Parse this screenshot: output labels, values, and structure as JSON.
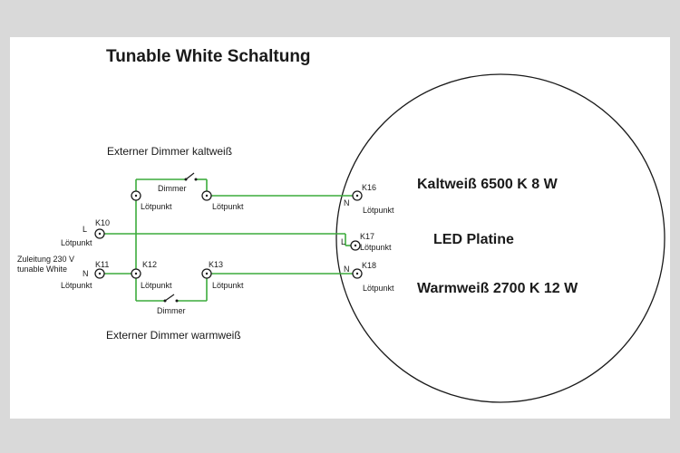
{
  "title": "Tunable White Schaltung",
  "dimmer_kalt": {
    "heading": "Externer Dimmer kaltweiß",
    "label": "Dimmer"
  },
  "dimmer_warm": {
    "heading": "Externer Dimmer warmweiß",
    "label": "Dimmer"
  },
  "supply": {
    "line1": "Zuleitung 230 V",
    "line2": "tunable White"
  },
  "terminals": {
    "k10": {
      "id": "K10",
      "sub": "Lötpunkt",
      "pole": "L"
    },
    "k11": {
      "id": "K11",
      "sub": "Lötpunkt",
      "pole": "N"
    },
    "k12": {
      "id": "K12",
      "sub": "Lötpunkt"
    },
    "k13": {
      "id": "K13",
      "sub": "Lötpunkt"
    },
    "top_left": {
      "sub": "Lötpunkt"
    },
    "top_right": {
      "sub": "Lötpunkt"
    },
    "k16": {
      "id": "K16",
      "sub": "Lötpunkt",
      "pole": "N"
    },
    "k17": {
      "id": "K17",
      "sub": "Lötpunkt",
      "pole": "L"
    },
    "k18": {
      "id": "K18",
      "sub": "Lötpunkt",
      "pole": "N"
    }
  },
  "led": {
    "kalt": "Kaltweiß 6500 K 8 W",
    "platine": "LED Platine",
    "warm": "Warmweiß 2700 K 12 W"
  },
  "colors": {
    "wire": "#3cab3c",
    "background": "#d9d9d9",
    "panel": "#ffffff"
  }
}
